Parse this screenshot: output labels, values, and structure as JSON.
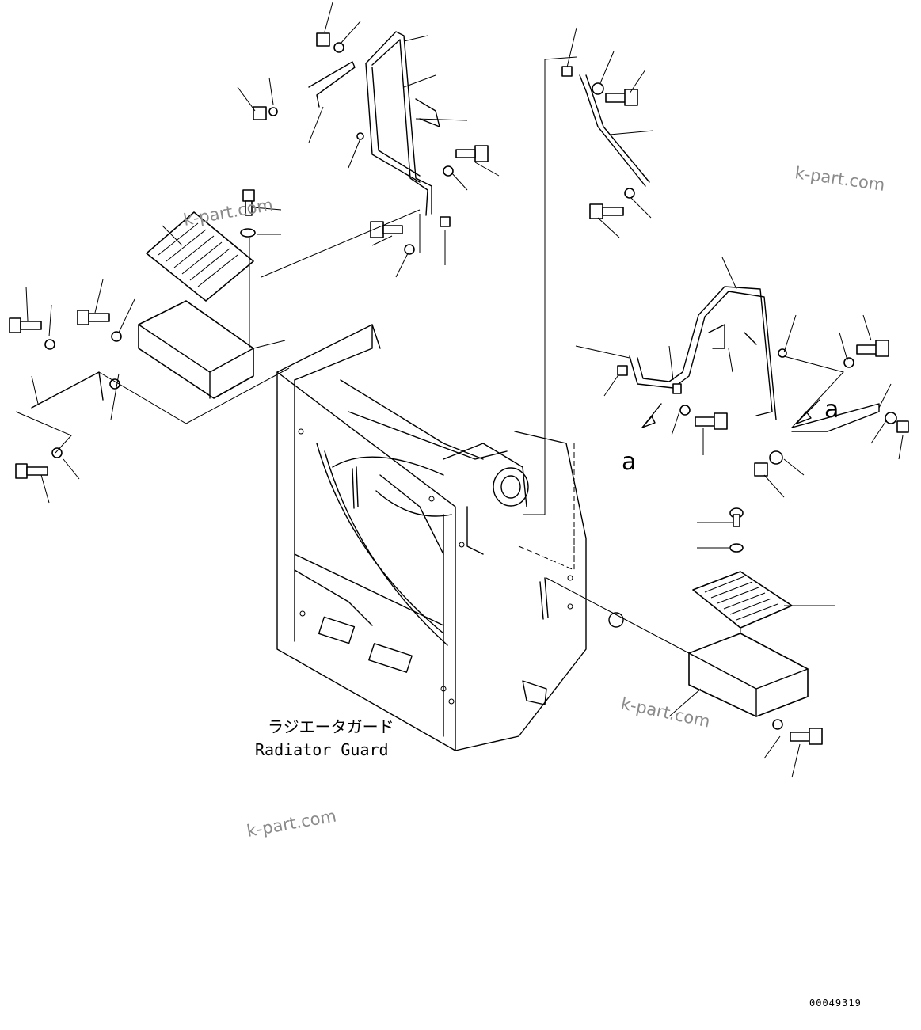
{
  "labels": {
    "assembly_jp": "ラジエータガード",
    "assembly_en": "Radiator Guard",
    "view_ref_a": "a",
    "drawing_number": "00049319"
  },
  "watermarks": [
    "k-part.com",
    "k-part.com",
    "k-part.com",
    "k-part.com"
  ]
}
